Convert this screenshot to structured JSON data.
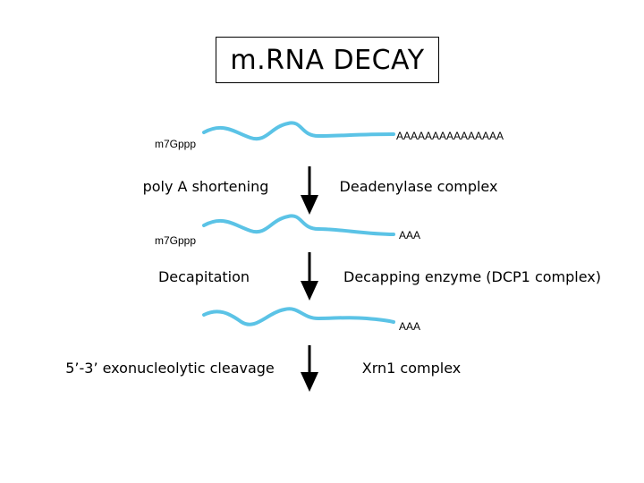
{
  "title": "m.RNA DECAY",
  "colors": {
    "mrna": "#5bc3e6",
    "arrow": "#000000"
  },
  "stages": [
    {
      "cap": "m7Gppp",
      "tail": "AAAAAAAAAAAAAAA"
    },
    {
      "cap": "m7Gppp",
      "tail": "AAA"
    },
    {
      "cap": "",
      "tail": "AAA"
    }
  ],
  "steps": [
    {
      "process": "poly A shortening",
      "agent": "Deadenylase complex"
    },
    {
      "process": "Decapitation",
      "agent": "Decapping enzyme (DCP1 complex)"
    },
    {
      "process": "5’-3’ exonucleolytic cleavage",
      "agent": "Xrn1 complex"
    }
  ]
}
